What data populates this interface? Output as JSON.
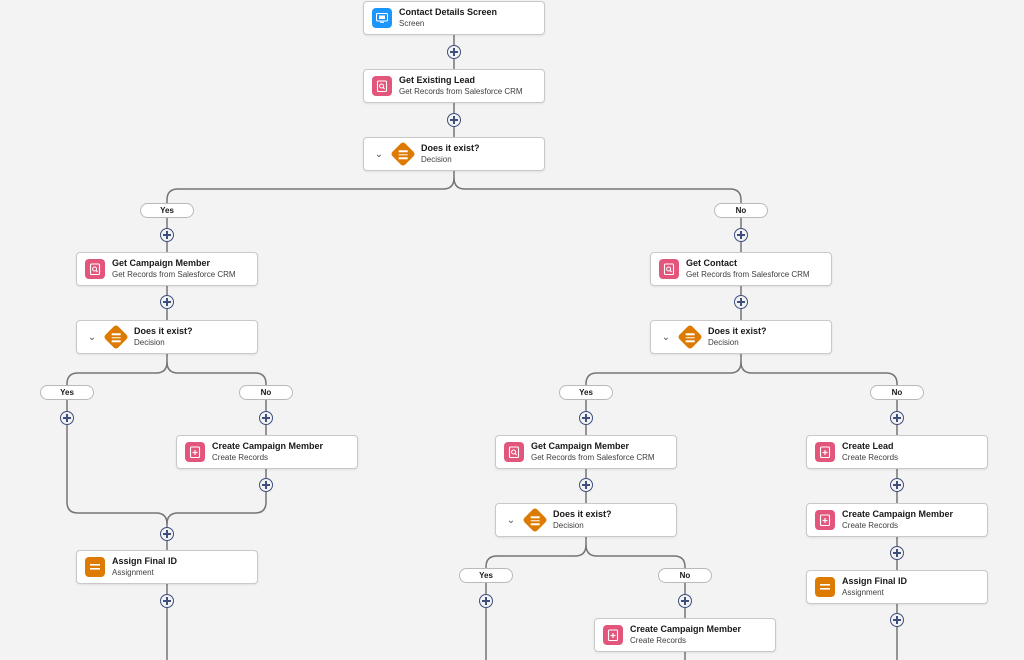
{
  "flow": {
    "screen": {
      "title": "Contact Details Screen",
      "type": "Screen",
      "icon": "screen-icon"
    },
    "get_existing_lead": {
      "title": "Get Existing Lead",
      "type": "Get Records from Salesforce CRM",
      "icon": "get-records-icon"
    },
    "decision_1": {
      "title": "Does it exist?",
      "type": "Decision",
      "icon": "decision-icon"
    },
    "branch_yes_label": "Yes",
    "branch_no_label": "No",
    "left": {
      "get_campaign_member": {
        "title": "Get Campaign Member",
        "type": "Get Records from Salesforce CRM"
      },
      "decision": {
        "title": "Does it exist?",
        "type": "Decision"
      },
      "yes_label": "Yes",
      "no_label": "No",
      "create_campaign_member": {
        "title": "Create Campaign Member",
        "type": "Create Records"
      },
      "assign_final_id": {
        "title": "Assign Final ID",
        "type": "Assignment"
      }
    },
    "right": {
      "get_contact": {
        "title": "Get Contact",
        "type": "Get Records from Salesforce CRM"
      },
      "decision": {
        "title": "Does it exist?",
        "type": "Decision"
      },
      "yes_label": "Yes",
      "no_label": "No",
      "yes_branch": {
        "get_campaign_member": {
          "title": "Get Campaign Member",
          "type": "Get Records from Salesforce CRM"
        },
        "decision": {
          "title": "Does it exist?",
          "type": "Decision"
        },
        "yes_label": "Yes",
        "no_label": "No",
        "create_campaign_member": {
          "title": "Create Campaign Member",
          "type": "Create Records"
        }
      },
      "no_branch": {
        "create_lead": {
          "title": "Create Lead",
          "type": "Create Records"
        },
        "create_campaign_member": {
          "title": "Create Campaign Member",
          "type": "Create Records"
        },
        "assign_final_id": {
          "title": "Assign Final ID",
          "type": "Assignment"
        }
      }
    }
  },
  "colors": {
    "background": "#f3f3f3",
    "connector": "#747474",
    "screen_icon": "#1b96ff",
    "records_icon": "#e3567c",
    "decision_icon": "#dd7a01",
    "assignment_icon": "#dd7a01",
    "add_button": "#3e4f7e"
  }
}
